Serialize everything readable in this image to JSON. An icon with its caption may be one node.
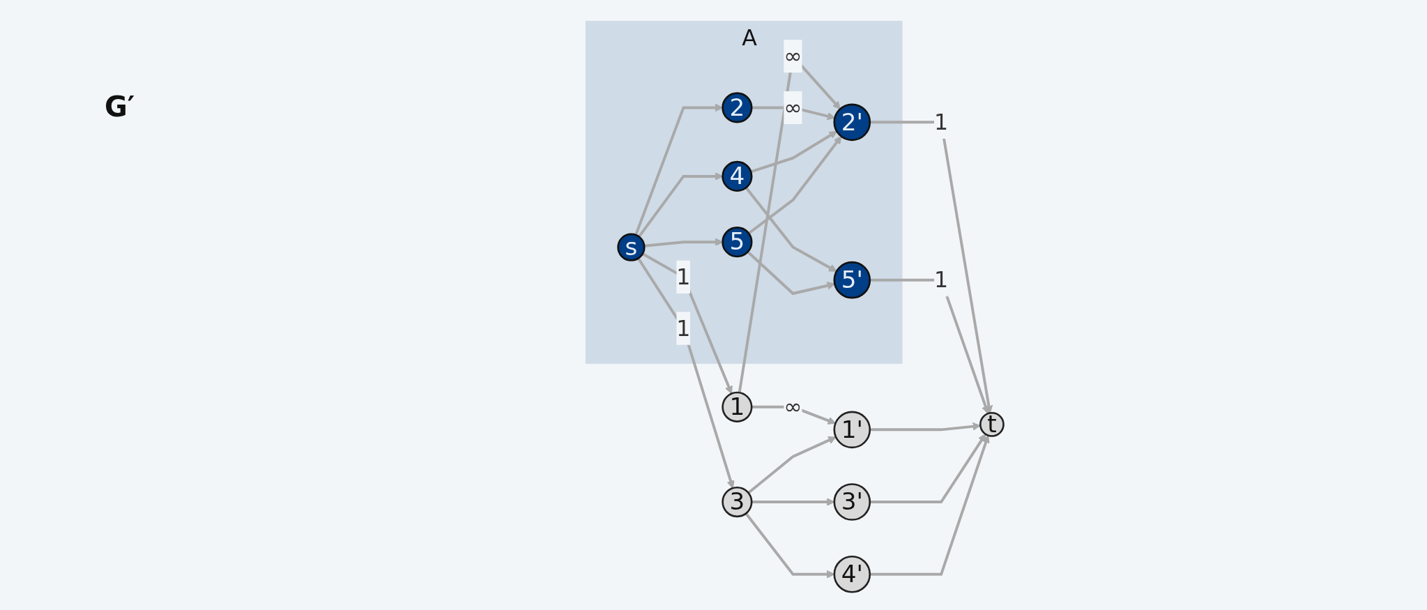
{
  "diagram": {
    "nodes": [
      {
        "text": [
          "A"
        ]
      },
      {
        "text": [
          "s"
        ],
        "in": 0
      },
      {
        "text": [
          "2"
        ],
        "in": 0
      },
      {
        "text": [
          "2'"
        ],
        "in": 0
      },
      {
        "text": [
          "4"
        ],
        "in": 0
      },
      {
        "text": [
          "5"
        ],
        "in": 0
      },
      {
        "text": [
          "5'"
        ],
        "in": 0
      },
      {
        "text": [
          "1"
        ]
      },
      {
        "text": [
          "1'"
        ]
      },
      {
        "text": [
          "3'"
        ]
      },
      {
        "text": [
          "3"
        ]
      },
      {
        "text": [
          "4'"
        ]
      },
      {
        "text": [
          "t"
        ]
      }
    ],
    "edges": [
      {
        "from": 1,
        "to": 7,
        "arrow": "to",
        "label": "1"
      },
      {
        "from": 7,
        "to": 3,
        "arrow": "to",
        "label": "∞"
      },
      {
        "from": 7,
        "to": 8,
        "arrow": "to",
        "label": "∞"
      },
      {
        "from": 1,
        "to": 2,
        "arrow": "to"
      },
      {
        "from": 2,
        "to": 3,
        "arrow": "to",
        "label": "∞"
      },
      {
        "from": 3,
        "to": 12,
        "arrow": "to",
        "label": "1"
      },
      {
        "from": 1,
        "to": 4,
        "arrow": "to"
      },
      {
        "from": 1,
        "to": 10,
        "arrow": "to",
        "label": "1"
      },
      {
        "from": 1,
        "to": 5,
        "arrow": "to"
      },
      {
        "from": 4,
        "to": 3,
        "arrow": "to"
      },
      {
        "from": 5,
        "to": 3,
        "arrow": "to"
      },
      {
        "from": 4,
        "to": 6,
        "arrow": "to"
      },
      {
        "from": 5,
        "to": 6,
        "arrow": "to"
      },
      {
        "from": 6,
        "to": 12,
        "arrow": "to",
        "label": "1"
      },
      {
        "from": 10,
        "to": 8,
        "arrow": "to"
      },
      {
        "from": 10,
        "to": 9,
        "arrow": "to"
      },
      {
        "from": 10,
        "to": 11,
        "arrow": "to"
      },
      {
        "from": 8,
        "to": 12,
        "arrow": "to"
      },
      {
        "from": 9,
        "to": 12,
        "arrow": "to"
      },
      {
        "from": 11,
        "to": 12,
        "arrow": "to"
      }
    ],
    "labels": [
      "G′"
    ]
  }
}
